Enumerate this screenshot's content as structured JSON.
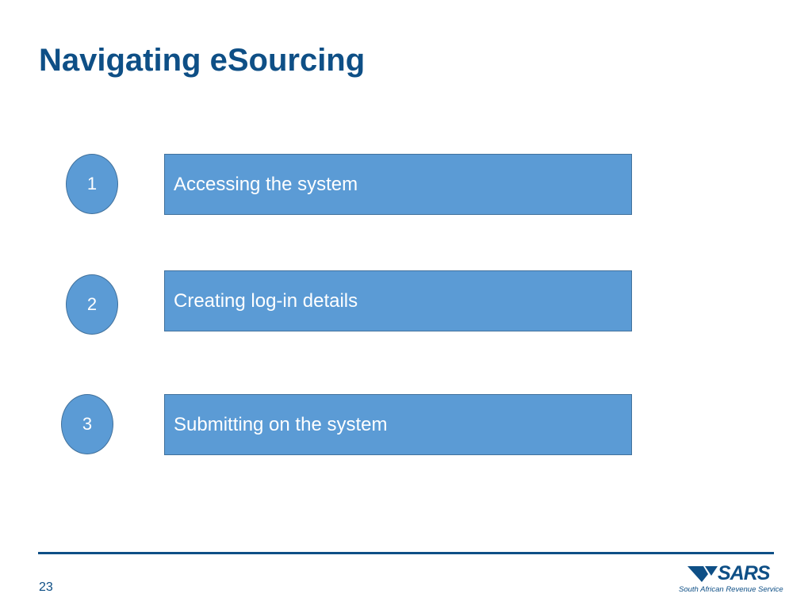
{
  "slide": {
    "title": "Navigating eSourcing",
    "page_number": "23"
  },
  "steps": [
    {
      "number": "1",
      "label": "Accessing the system"
    },
    {
      "number": "2",
      "label": "Creating log-in details"
    },
    {
      "number": "3",
      "label": "Submitting on the system"
    }
  ],
  "logo": {
    "wordmark": "SARS",
    "tagline": "South African Revenue Service",
    "icon": "sars-emblem-icon"
  },
  "colors": {
    "title": "#0e4f86",
    "shape_fill": "#5b9bd5",
    "shape_border": "#41719c",
    "shape_text": "#ffffff"
  }
}
